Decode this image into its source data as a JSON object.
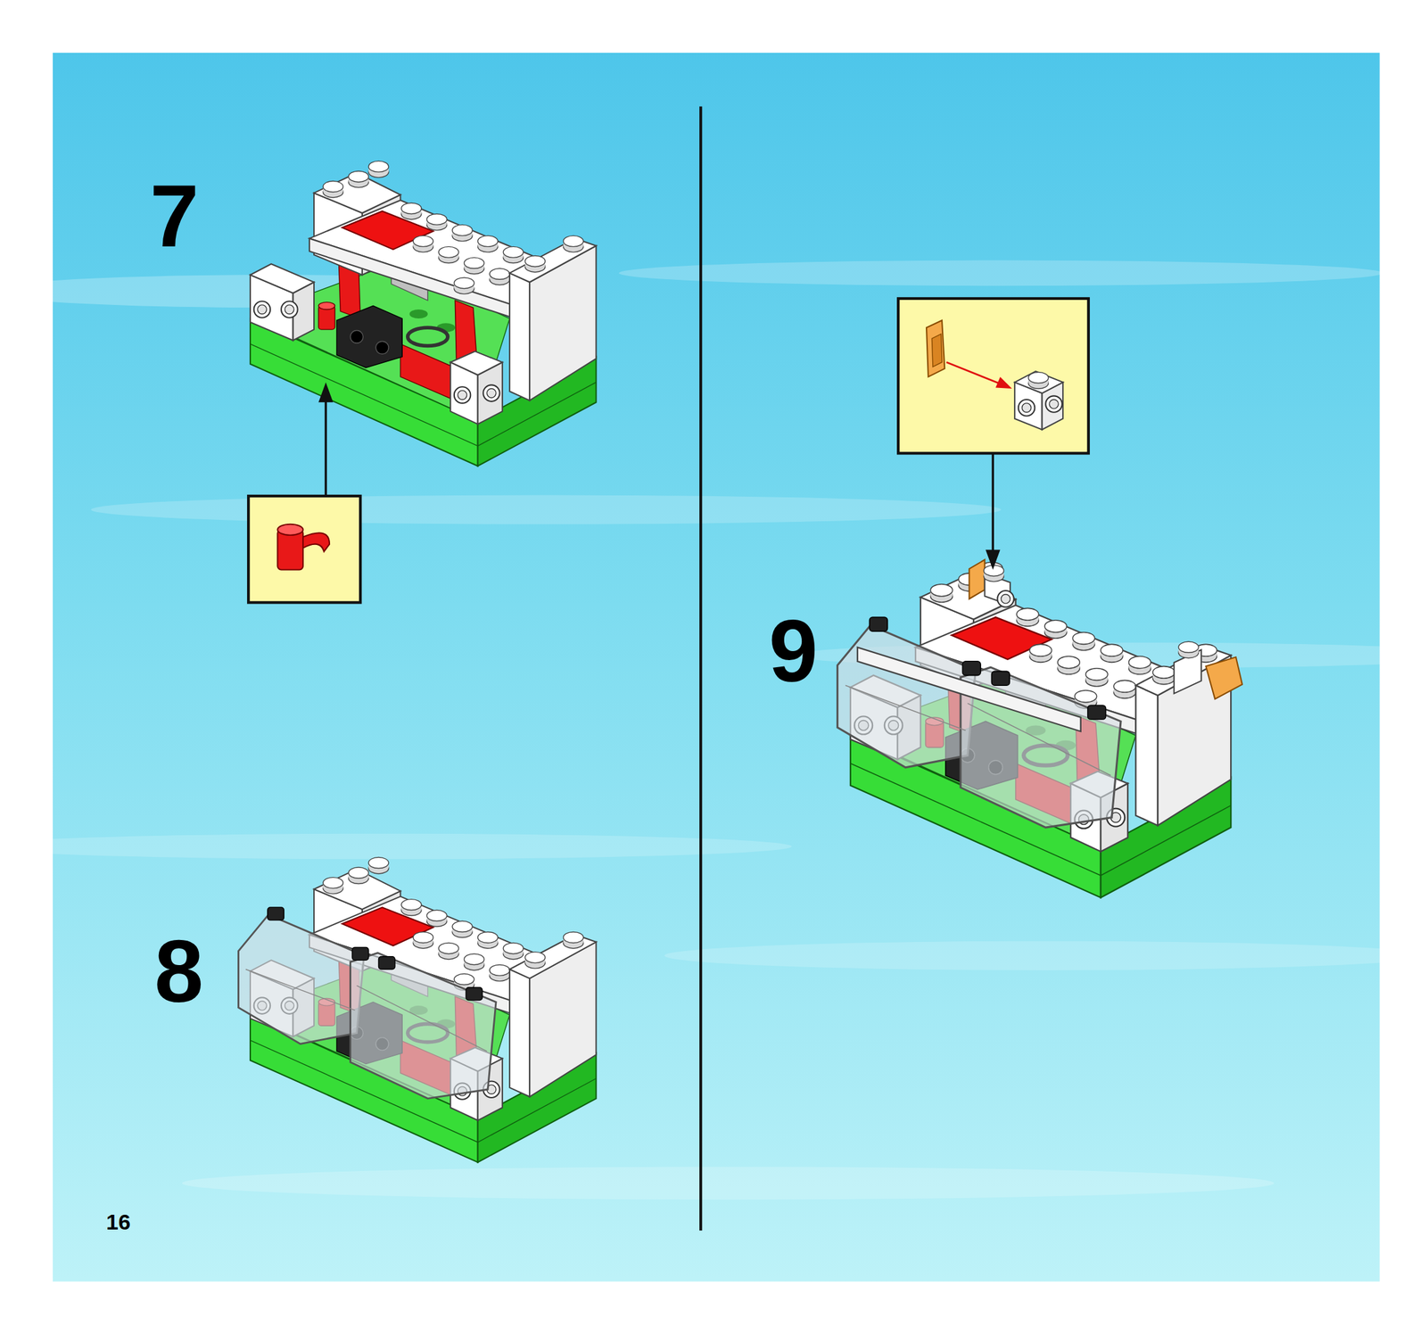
{
  "diagram": {
    "labels": [
      "7",
      "8",
      "9",
      "16"
    ]
  }
}
